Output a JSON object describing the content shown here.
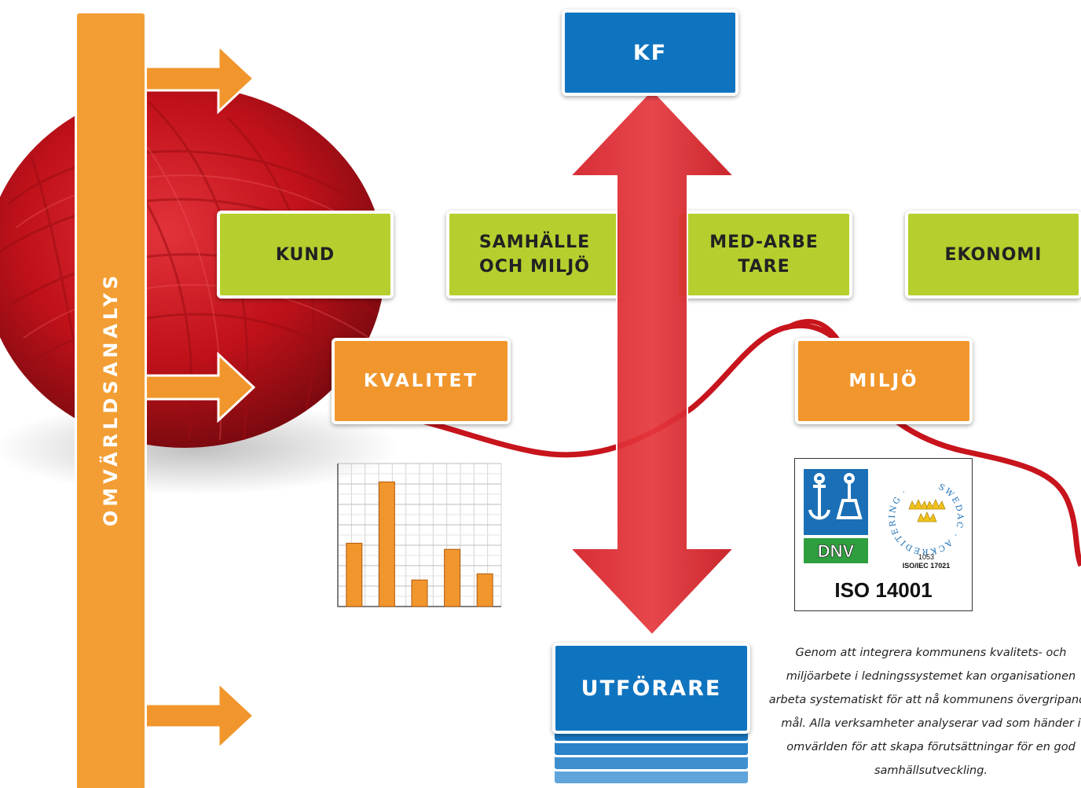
{
  "sidebar": {
    "label": "OMVÄRLDSANALYS"
  },
  "top_box": {
    "label": "KF"
  },
  "perspectives": [
    {
      "label": "KUND"
    },
    {
      "label": "SAMHÄLLE OCH MILJÖ"
    },
    {
      "label": "MED-ARBETARE"
    },
    {
      "label": "EKONOMI"
    }
  ],
  "focus_areas": [
    {
      "label": "KVALITET"
    },
    {
      "label": "MILJÖ"
    }
  ],
  "bottom_box": {
    "label": "UTFÖRARE"
  },
  "certification": {
    "dnv_label": "DNV",
    "swedac_text": "SWEDAC · ACKREDITERING ·",
    "accreditation_number": "1053",
    "accreditation_standard": "ISO/IEC 17021",
    "standard": "ISO 14001"
  },
  "caption": "Genom att integrera kommunens kvalitets- och miljöarbete i ledningssystemet kan organisationen arbeta systematiskt för att nå kommunens övergripande mål. Alla verksamheter analyserar vad som händer i omvärlden för att skapa förutsättningar för en god samhällsutveckling.",
  "colors": {
    "orange": "#f1962c",
    "green": "#b7cf2e",
    "blue": "#0f74c0",
    "red": "#d8232a",
    "yarn": "#c8141c"
  },
  "chart_data": {
    "type": "bar",
    "categories": [
      "",
      "",
      "",
      "",
      ""
    ],
    "values": [
      31,
      61,
      13,
      28,
      16
    ],
    "ylim": [
      0,
      70
    ],
    "grid": true,
    "title": "",
    "xlabel": "",
    "ylabel": ""
  }
}
